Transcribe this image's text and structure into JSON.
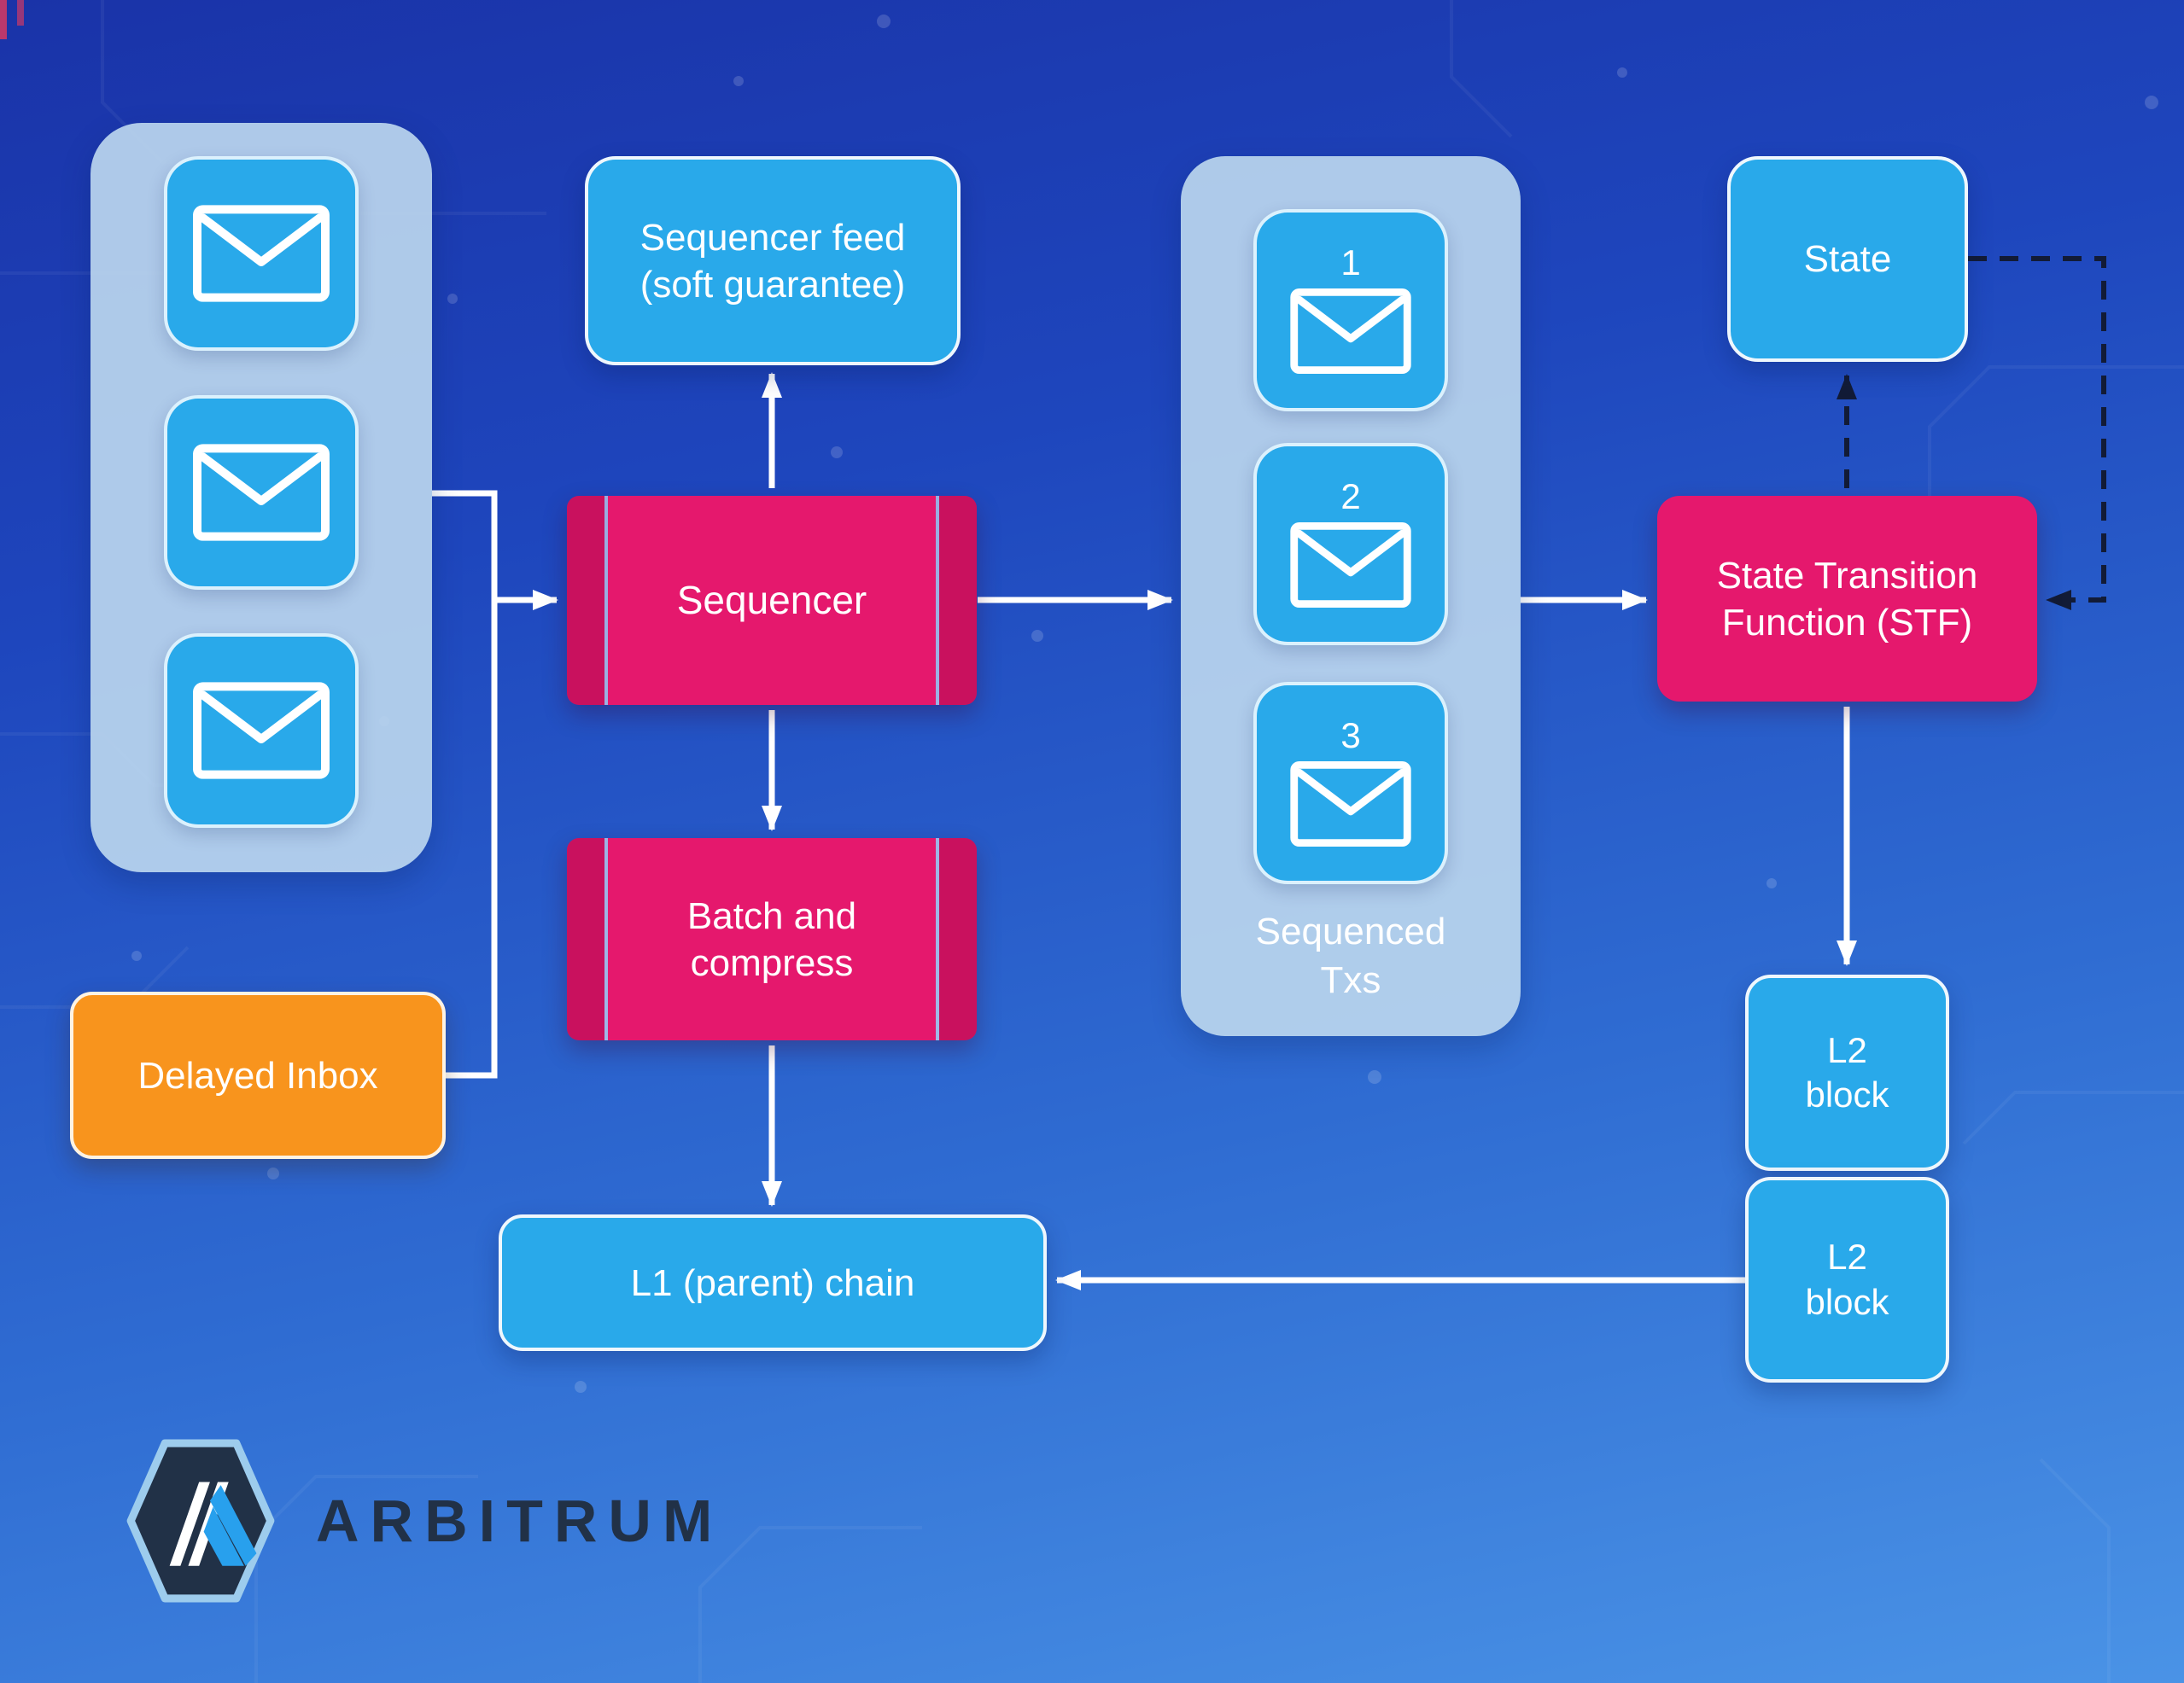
{
  "colors": {
    "background_top": "#1a33a8",
    "background_bottom": "#4a93e6",
    "node_blue": "#29a9ea",
    "node_pink": "#e5186d",
    "node_orange": "#f8941d",
    "group_light_blue": "#bbd6ee",
    "dashed_line": "#121b36",
    "logo_navy": "#213147"
  },
  "icons": {
    "envelope": "envelope-icon"
  },
  "nodes": {
    "sequencer_feed": {
      "line1": "Sequencer feed",
      "line2": "(soft guarantee)"
    },
    "sequencer": {
      "label": "Sequencer"
    },
    "batch_compress": {
      "line1": "Batch and",
      "line2": "compress"
    },
    "delayed_inbox": {
      "label": "Delayed Inbox"
    },
    "l1_chain": {
      "label": "L1 (parent) chain"
    },
    "sequenced_txs": {
      "numbers": [
        "1",
        "2",
        "3"
      ],
      "caption_line1": "Sequenced",
      "caption_line2": "Txs"
    },
    "state": {
      "label": "State"
    },
    "stf": {
      "line1": "State Transition",
      "line2": "Function (STF)"
    },
    "l2_block_top": {
      "line1": "L2",
      "line2": "block"
    },
    "l2_block_bottom": {
      "line1": "L2",
      "line2": "block"
    }
  },
  "logo": {
    "wordmark": "ARBITRUM"
  }
}
